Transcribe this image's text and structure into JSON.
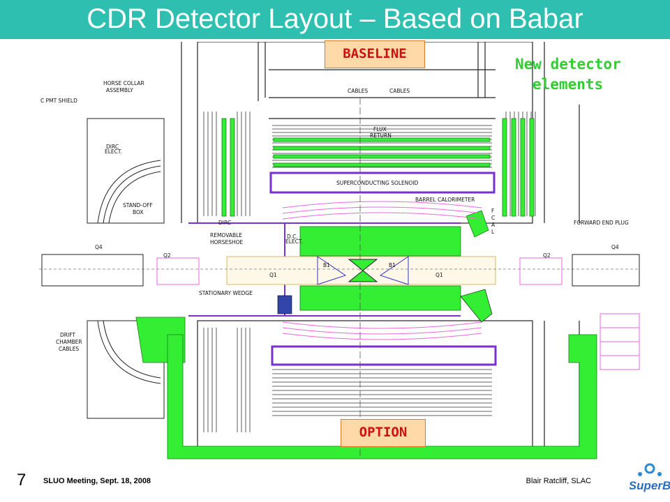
{
  "slide": {
    "title": "CDR Detector Layout – Based on Babar",
    "baseline_label": "BASELINE",
    "option_label": "OPTION",
    "new_elements_line1": "New detector",
    "new_elements_line2": "elements",
    "page_number": "7",
    "footer_left": "SLUO Meeting, Sept. 18, 2008",
    "footer_right": "Blair Ratcliff, SLAC",
    "logo_text": "SuperB"
  },
  "diagram_labels": {
    "horse_collar_1": "HORSE COLLAR",
    "horse_collar_2": "ASSEMBLY",
    "pmt_shield": "C PMT SHIELD",
    "dirc_elect_1": "DIRC",
    "dirc_elect_2": "ELECT.",
    "standoff_1": "STAND-OFF",
    "standoff_2": "BOX",
    "cables1": "CABLES",
    "cables2": "CABLES",
    "flux_1": "FLUX",
    "flux_2": "RETURN",
    "solenoid": "SUPERCONDUCTING SOLENOID",
    "barrel_cal": "BARREL CALORIMETER",
    "fcal_f": "F",
    "fcal_c": "C",
    "fcal_a": "A",
    "fcal_l": "L",
    "forward_end_plug": "FORWARD END PLUG",
    "dirc": "DIRC",
    "removable_1": "REMOVABLE",
    "removable_2": "HORSESHOE",
    "dc_elect_1": "D.C.",
    "dc_elect_2": "ELECT.",
    "q4_left": "Q4",
    "q4_right": "Q4",
    "q2_left": "Q2",
    "q2_right": "Q2",
    "q1_left": "Q1",
    "q1_right": "Q1",
    "b1_left": "B1",
    "b1_right": "B1",
    "stationary_wedge": "STATIONARY WEDGE",
    "drift_1": "DRIFT",
    "drift_2": "CHAMBER",
    "drift_3": "CABLES"
  },
  "colors": {
    "title_bar": "#2fbfb0",
    "new_element_green": "#33ee33",
    "purple_outline": "#7a2fd0",
    "calorimeter_pink": "#ee66dd",
    "label_box_bg": "#ffd9a8",
    "label_text_red": "#cc1111"
  }
}
